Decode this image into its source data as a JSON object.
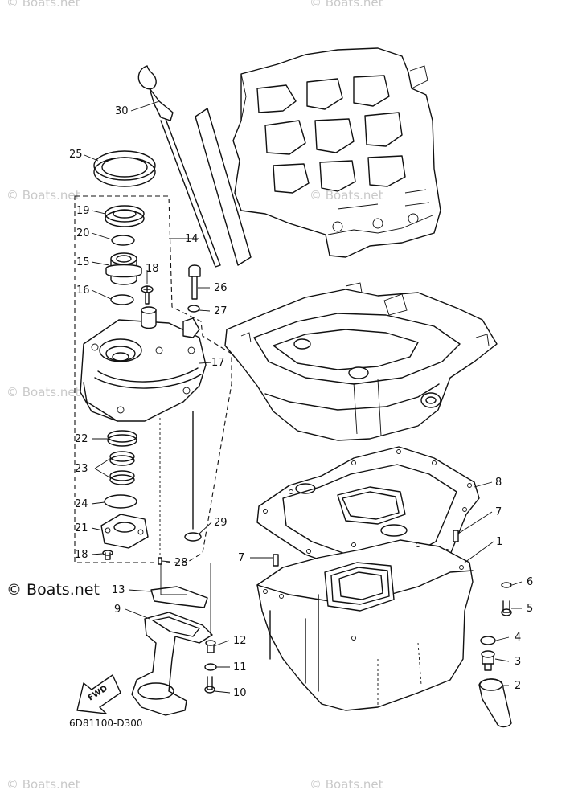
{
  "watermarks": {
    "text": "© Boats.net",
    "prominent": "© Boats.net"
  },
  "diagram_code": "6D81100-D300",
  "fwd_label": "FWD",
  "callouts": {
    "c1": "1",
    "c2": "2",
    "c3": "3",
    "c4": "4",
    "c5": "5",
    "c6": "6",
    "c7a": "7",
    "c7b": "7",
    "c8": "8",
    "c9": "9",
    "c10": "10",
    "c11": "11",
    "c12": "12",
    "c13": "13",
    "c14": "14",
    "c15": "15",
    "c16": "16",
    "c17": "17",
    "c18a": "18",
    "c18b": "18",
    "c19": "19",
    "c20": "20",
    "c21": "21",
    "c22": "22",
    "c23": "23",
    "c24": "24",
    "c25": "25",
    "c26": "26",
    "c27": "27",
    "c28": "28",
    "c29": "29",
    "c30": "30"
  }
}
